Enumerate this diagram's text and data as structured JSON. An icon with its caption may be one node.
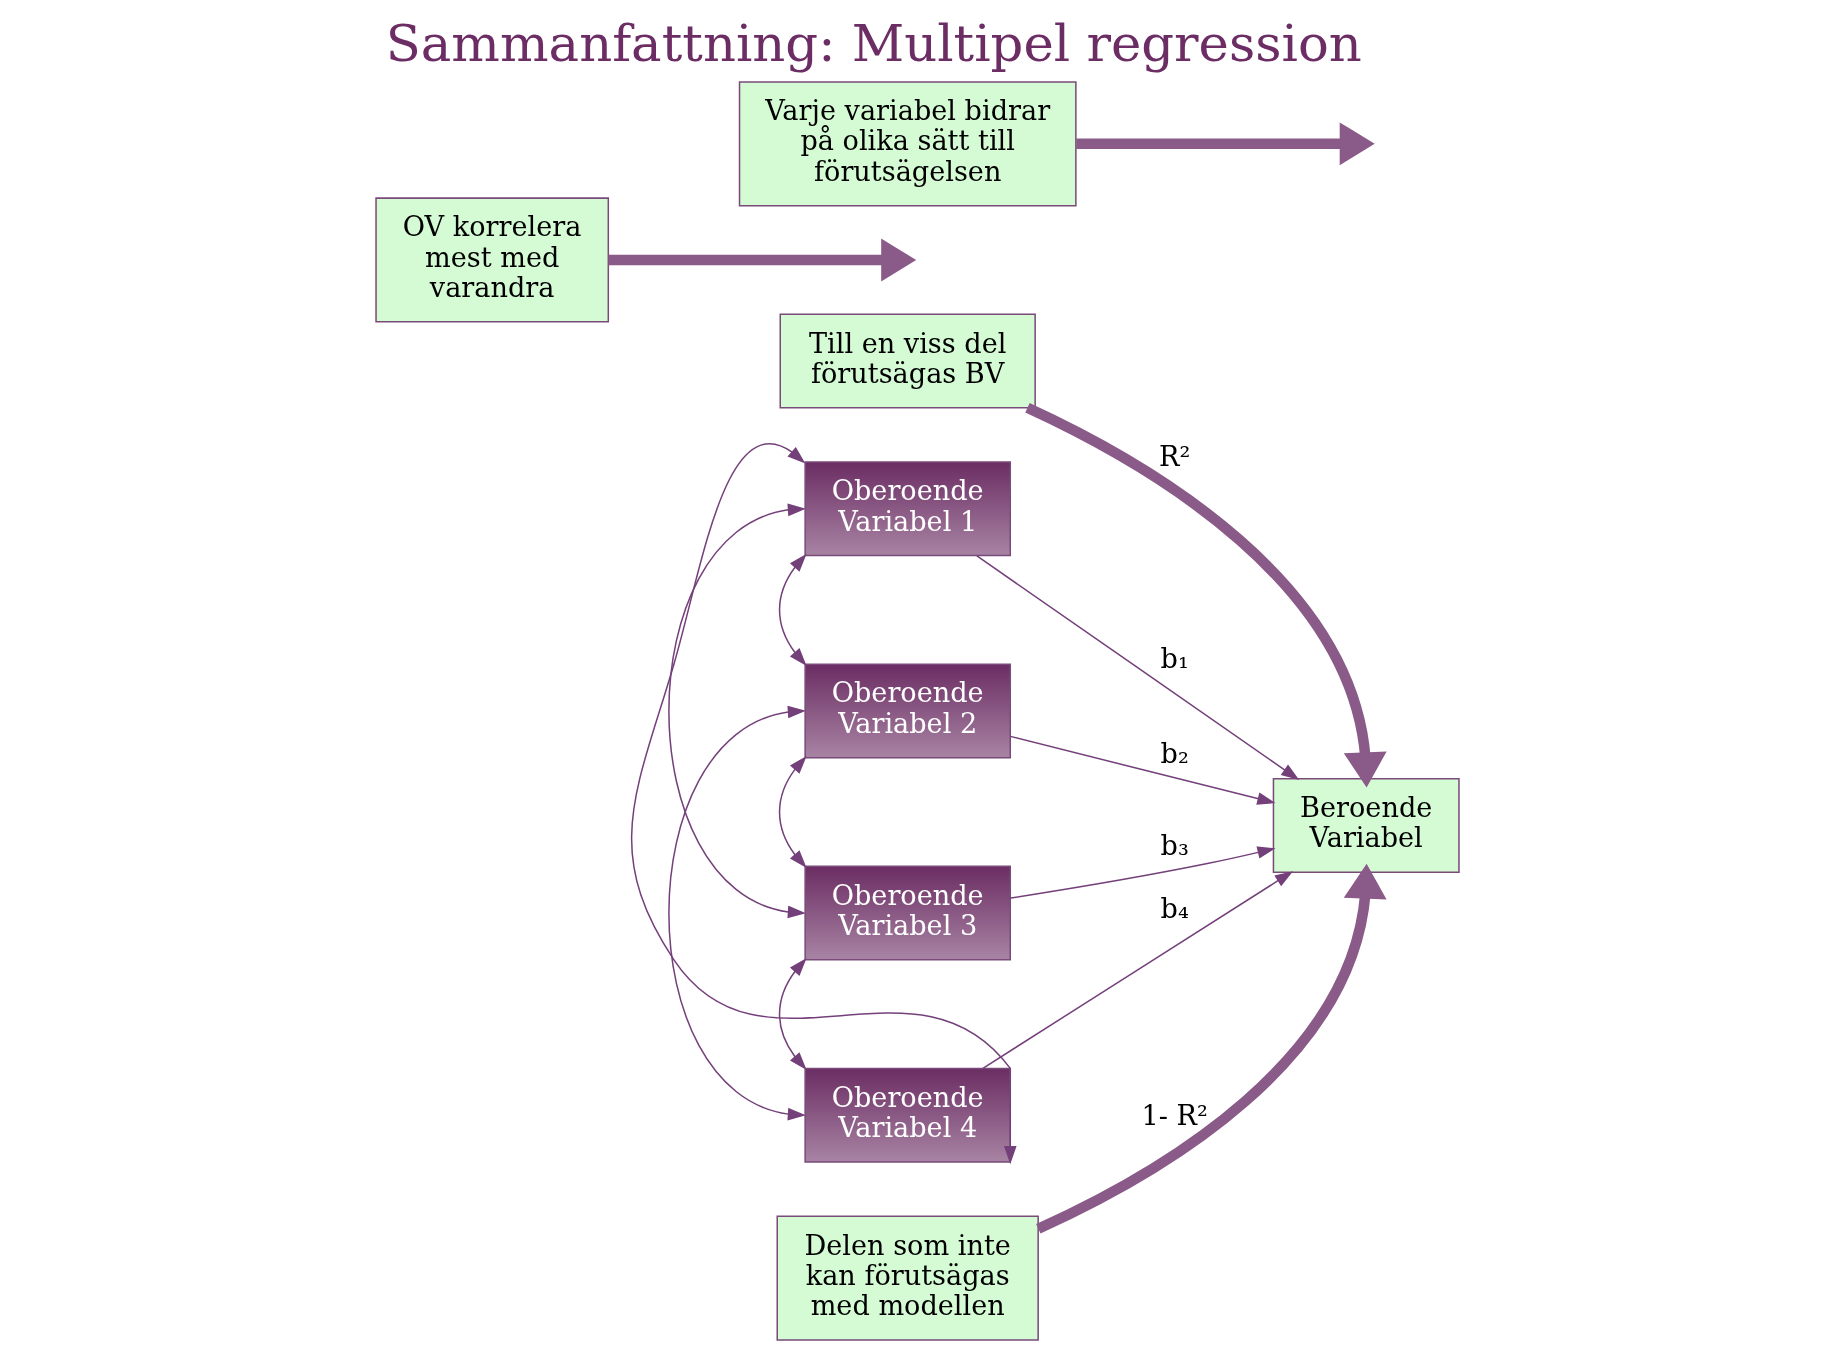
{
  "diagram": {
    "title": "Sammanfattning: Multipel regression",
    "nodes": [
      {
        "text": [
          "OV korrelera mest med varandra"
        ]
      },
      {
        "text": [
          "Oberoende Variabel 1"
        ]
      },
      {
        "text": [
          "Oberoende Variabel 2"
        ]
      },
      {
        "text": [
          "Oberoende Variabel 3"
        ]
      },
      {
        "text": [
          "Oberoende Variabel 4"
        ]
      },
      {
        "text": [
          "Beroende Variabel"
        ]
      },
      {
        "text": [
          "Till en viss del förutsägas BV"
        ]
      },
      {
        "text": [
          "Varje variabel bidrar på olika sätt till förutsägelsen"
        ]
      },
      {
        "text": [
          "Delen som inte kan förutsägas med modellen"
        ]
      }
    ],
    "edges": [
      {
        "from": 1,
        "to": 5,
        "arrow": "to",
        "label": "b₁"
      },
      {
        "from": 2,
        "to": 5,
        "arrow": "to",
        "label": "b₂"
      },
      {
        "from": 3,
        "to": 5,
        "arrow": "to",
        "label": "b₃"
      },
      {
        "from": 4,
        "to": 5,
        "arrow": "to",
        "label": "b₄"
      },
      {
        "from": 1,
        "to": 2,
        "arrow": "both"
      },
      {
        "from": 1,
        "to": 3,
        "arrow": "both"
      },
      {
        "from": 1,
        "to": 4,
        "arrow": "both"
      },
      {
        "from": 2,
        "to": 3,
        "arrow": "both"
      },
      {
        "from": 2,
        "to": 4,
        "arrow": "both"
      },
      {
        "from": 3,
        "to": 4,
        "arrow": "both"
      },
      {
        "from": 0,
        "to": null,
        "arrow": "to",
        "style": "thick"
      },
      {
        "from": 6,
        "to": 5,
        "arrow": "to",
        "style": "thick",
        "label": "R²"
      },
      {
        "from": 8,
        "to": 5,
        "arrow": "to",
        "style": "thick",
        "label": "1- R²"
      },
      {
        "from": 7,
        "to": null,
        "arrow": "to",
        "style": "thick"
      }
    ]
  }
}
